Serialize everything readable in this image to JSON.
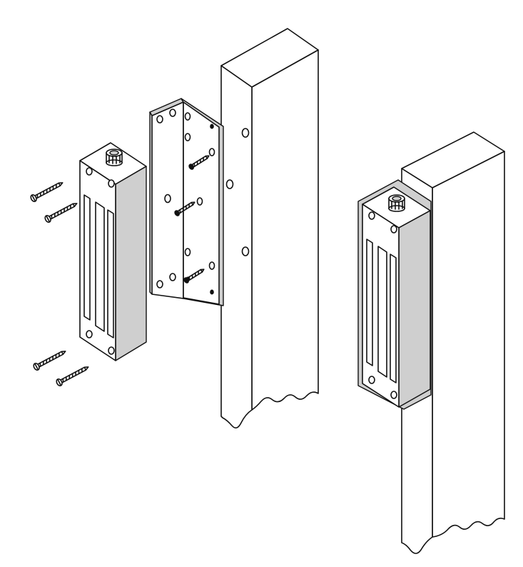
{
  "diagram": {
    "kind": "exploded-installation-drawing",
    "colors": {
      "line": "#111111",
      "background": "#ffffff",
      "shade": "#cfcfcf"
    },
    "parts": {
      "lock_body": "electromagnetic-lock-body",
      "bracket": "l-mounting-bracket",
      "frame": "door-frame-post",
      "screws": 7,
      "assembled_view": "installed-lock-on-frame"
    }
  }
}
